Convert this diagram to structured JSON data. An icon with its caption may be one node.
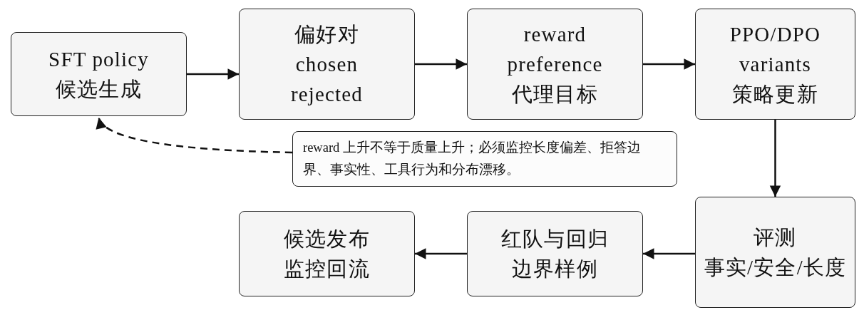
{
  "diagram": {
    "nodes": [
      {
        "text": [
          "SFT policy",
          "候选生成"
        ]
      },
      {
        "text": [
          "偏好对",
          "chosen",
          "rejected"
        ]
      },
      {
        "text": [
          "reward",
          "preference",
          "代理目标"
        ]
      },
      {
        "text": [
          "PPO/DPO",
          "variants",
          "策略更新"
        ]
      },
      {
        "text": [
          "评测",
          "事实/安全/长度"
        ]
      },
      {
        "text": [
          "红队与回归",
          "边界样例"
        ]
      },
      {
        "text": [
          "候选发布",
          "监控回流"
        ]
      },
      {
        "text": [
          "reward 上升不等于质量上升；必须监控长度偏差、拒答边界、事实性、工具行为和分布漂移。"
        ]
      }
    ],
    "edges": [
      {
        "from": 0,
        "to": 1,
        "arrow": "to"
      },
      {
        "from": 1,
        "to": 2,
        "arrow": "to"
      },
      {
        "from": 2,
        "to": 3,
        "arrow": "to"
      },
      {
        "from": 3,
        "to": 4,
        "arrow": "to"
      },
      {
        "from": 4,
        "to": 5,
        "arrow": "to"
      },
      {
        "from": 5,
        "to": 6,
        "arrow": "to"
      },
      {
        "from": 7,
        "to": 0,
        "arrow": "to",
        "style": "dashed"
      }
    ]
  }
}
